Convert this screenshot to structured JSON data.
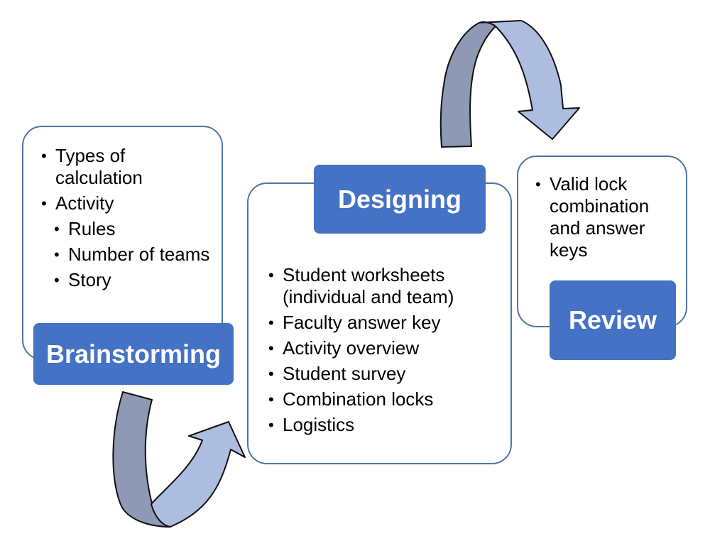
{
  "colors": {
    "label_fill": "#4472c4",
    "panel_border": "#4f74a6",
    "arrow_dark": "#8e99b5",
    "arrow_light": "#adbde0",
    "arrow_outline": "#111111"
  },
  "stages": [
    {
      "name": "Brainstorming",
      "bullets": [
        {
          "text": "Types of calculation",
          "level": 1
        },
        {
          "text": "Activity",
          "level": 1
        },
        {
          "text": "Rules",
          "level": 2
        },
        {
          "text": "Number of teams",
          "level": 2
        },
        {
          "text": "Story",
          "level": 2
        }
      ]
    },
    {
      "name": "Designing",
      "bullets": [
        {
          "text": "Student worksheets (individual and team)",
          "level": 1
        },
        {
          "text": "Faculty answer key",
          "level": 1
        },
        {
          "text": "Activity overview",
          "level": 1
        },
        {
          "text": "Student survey",
          "level": 1
        },
        {
          "text": "Combination locks",
          "level": 1
        },
        {
          "text": "Logistics",
          "level": 1
        }
      ]
    },
    {
      "name": "Review",
      "bullets": [
        {
          "text": "Valid lock combination and answer keys",
          "level": 1
        }
      ]
    }
  ],
  "connectors": [
    {
      "from": "Brainstorming",
      "to": "Designing",
      "shape": "curved-arrow-up"
    },
    {
      "from": "Designing",
      "to": "Review",
      "shape": "curved-arrow-down"
    }
  ]
}
